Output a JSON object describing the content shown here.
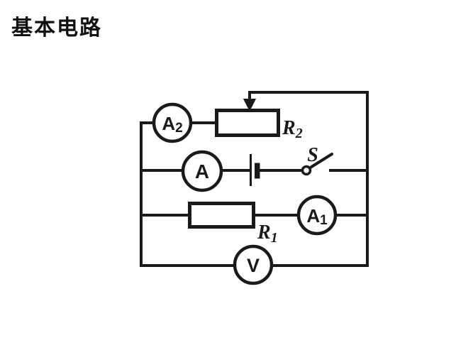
{
  "title": "基本电路",
  "colors": {
    "ink": "#1a1a1a",
    "background": "#ffffff"
  },
  "circuit": {
    "meters": {
      "a2": {
        "letter": "A",
        "sub": "2"
      },
      "a": {
        "letter": "A"
      },
      "a1": {
        "letter": "A",
        "sub": "1"
      },
      "v": {
        "letter": "V"
      }
    },
    "labels": {
      "r2": {
        "letter": "R",
        "sub": "2"
      },
      "r1": {
        "letter": "R",
        "sub": "1"
      },
      "s": "S"
    },
    "components": [
      {
        "id": "ammeter-a2",
        "type": "ammeter",
        "label": "A2"
      },
      {
        "id": "rheostat-r2",
        "type": "rheostat",
        "label": "R2"
      },
      {
        "id": "ammeter-a",
        "type": "ammeter",
        "label": "A"
      },
      {
        "id": "battery",
        "type": "cell",
        "label": ""
      },
      {
        "id": "switch-s",
        "type": "switch",
        "label": "S",
        "state": "open"
      },
      {
        "id": "resistor-r1",
        "type": "resistor",
        "label": "R1"
      },
      {
        "id": "ammeter-a1",
        "type": "ammeter",
        "label": "A1"
      },
      {
        "id": "voltmeter-v",
        "type": "voltmeter",
        "label": "V"
      }
    ]
  }
}
